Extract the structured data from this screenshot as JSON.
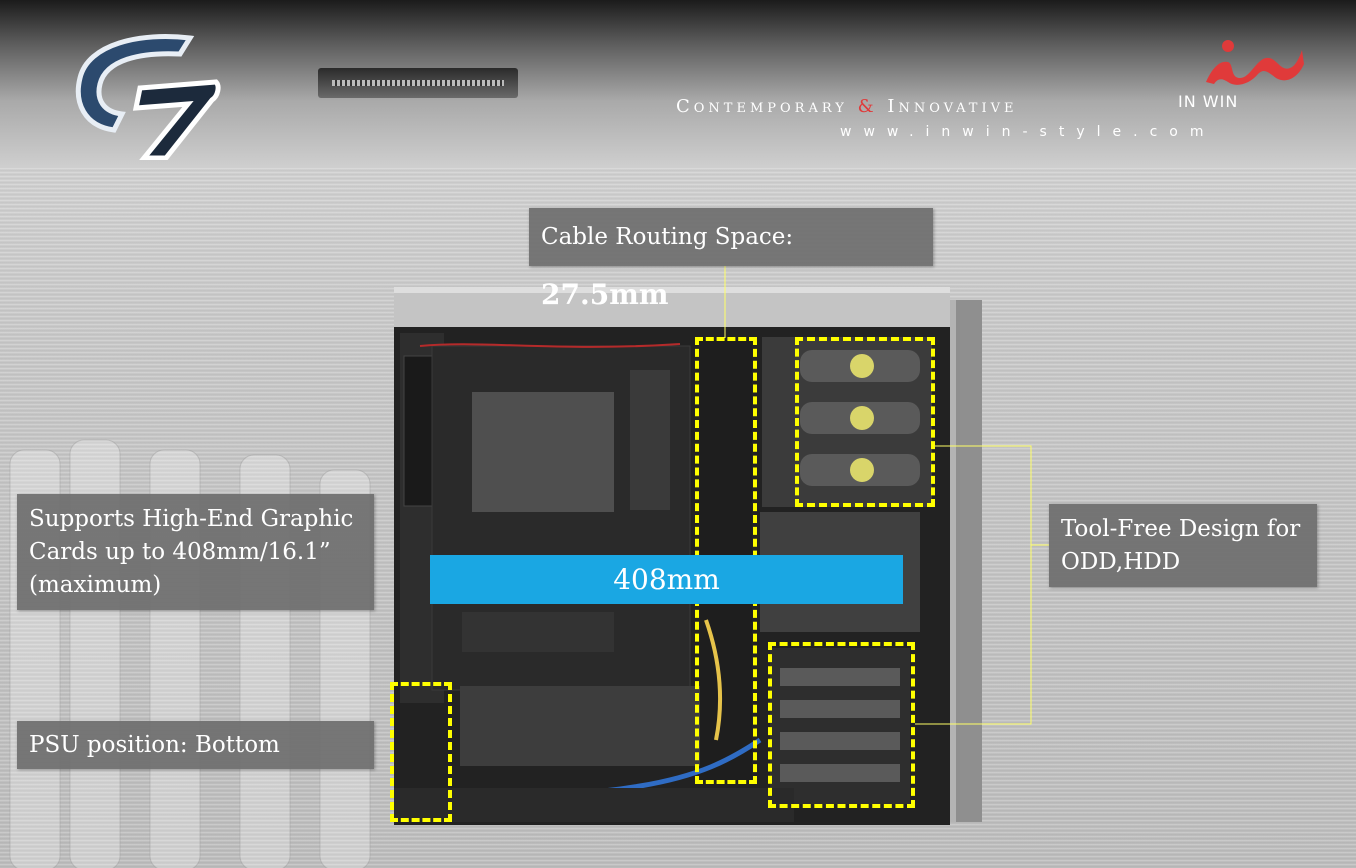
{
  "header": {
    "logo_mark": "g7-logo-icon",
    "tagline_part1": "Contemporary",
    "tagline_amp": "&",
    "tagline_part2": "Innovative",
    "url": "www.inwin-style.com",
    "brand": "IN WIN",
    "brand_mark": "inwin-logo-icon"
  },
  "callouts": {
    "cable_prefix": "Cable Routing Space: ",
    "cable_value": "27.5mm",
    "gpu_line1": "Supports High-End Graphic",
    "gpu_line2": "Cards up to 408mm/16.1”",
    "gpu_line3": "(maximum)",
    "psu": "PSU position: Bottom",
    "tool_line1": "Tool-Free Design for",
    "tool_line2": "ODD,HDD",
    "gpu_bar": "408mm"
  },
  "colors": {
    "highlight": "#ffff00",
    "gpu_bar": "#1aa7e3",
    "callout_bg": "#6e6e6e",
    "brand_red": "#e03a3a"
  }
}
